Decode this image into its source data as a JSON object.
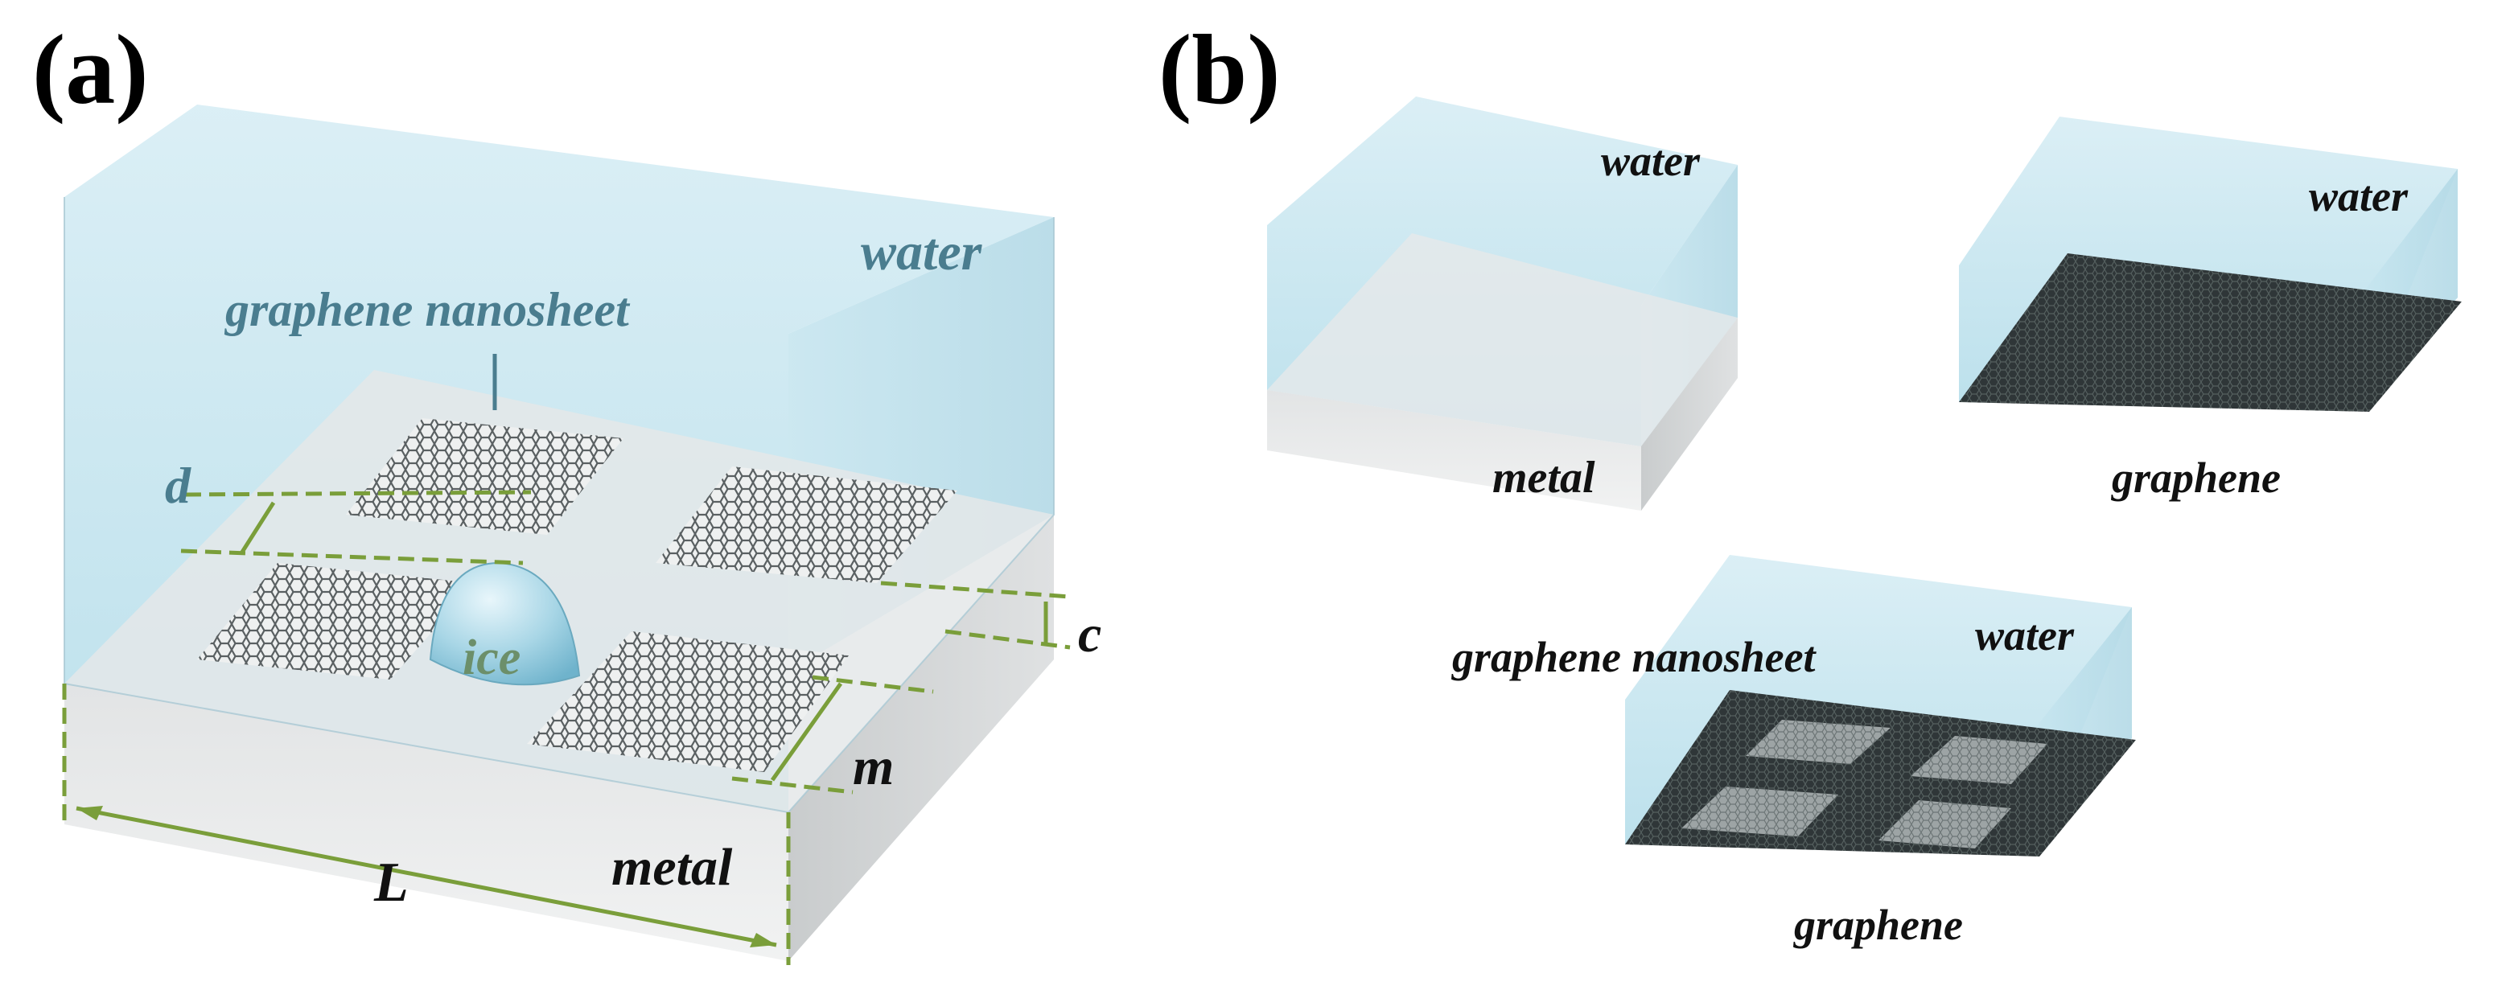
{
  "panels": {
    "a": {
      "label": "(a)",
      "labels": {
        "water": "water",
        "graphene_nanosheet": "graphene nanosheet",
        "ice": "ice",
        "metal": "metal",
        "d": "d",
        "c": "c",
        "m": "m",
        "L": "L"
      }
    },
    "b": {
      "label": "(b)",
      "box1": {
        "water": "water",
        "substrate": "metal"
      },
      "box2": {
        "water": "water",
        "substrate": "graphene"
      },
      "box3": {
        "water": "water",
        "nanosheet": "graphene nanosheet",
        "substrate": "graphene"
      }
    }
  },
  "colors": {
    "water_top": "#cfe8f1",
    "water_mid": "#bfe1ed",
    "metal_top": "#e6e8e9",
    "metal_side": "#d2d4d5",
    "graphene_dark": "#2e3436",
    "dimension_green": "#7a9e3a",
    "label_teal": "#4a7d8f"
  }
}
